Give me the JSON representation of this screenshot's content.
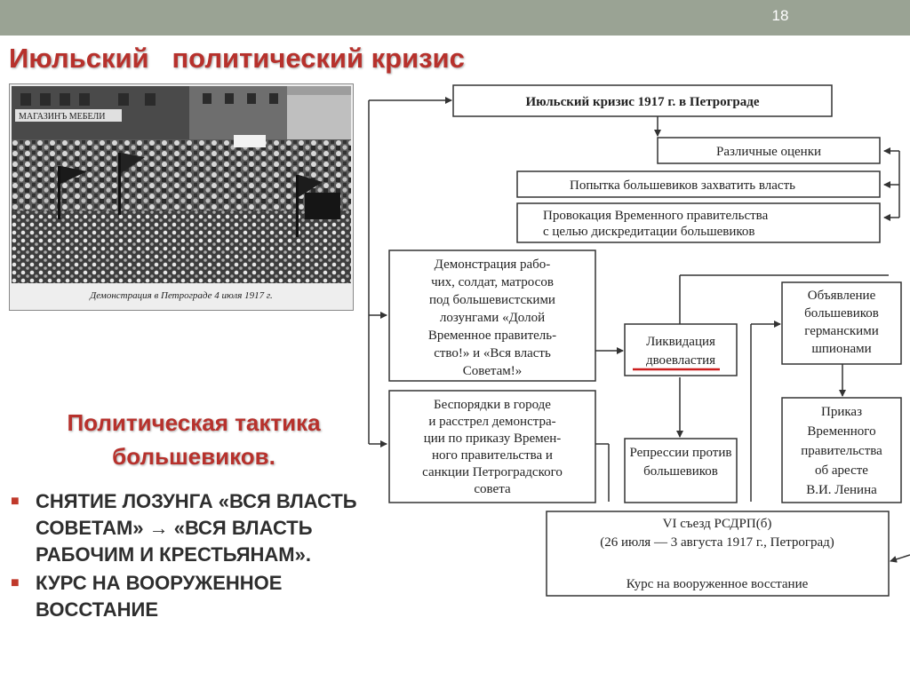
{
  "slide": {
    "page_number": "18",
    "title": "Июльский   политический кризис"
  },
  "photo": {
    "caption": "Демонстрация в Петрограде 4 июля 1917 г.",
    "sign_text": "МАГАЗИНЪ МЕБЕЛИ"
  },
  "tactics": {
    "heading_line1": "Политическая тактика",
    "heading_line2": "большевиков.",
    "bullets": [
      "снятие лозунга «вся власть Советам» → «вся власть рабочим и крестьянам».",
      "курс на вооруженное восстание"
    ]
  },
  "diagram": {
    "root": "Июльский кризис 1917 г. в Петрограде",
    "assessments": "Различные оценки",
    "assessment_1": "Попытка большевиков захватить власть",
    "assessment_2_line1": "Провокация Временного правительства",
    "assessment_2_line2": "с целью дискредитации большевиков",
    "demo_lines": [
      "Демонстрация рабо-",
      "чих, солдат, матросов",
      "под большевистскими",
      "лозунгами «Долой",
      "Временное правитель-",
      "ство!» и «Вся власть",
      "Советам!»"
    ],
    "riots_lines": [
      "Беспорядки в городе",
      "и расстрел демонстра-",
      "ции по приказу Времен-",
      "ного правительства и",
      "санкции Петроградского",
      "совета"
    ],
    "dual_power_line1": "Ликвидация",
    "dual_power_line2": "двоевластия",
    "repressions_line1": "Репрессии против",
    "repressions_line2": "большевиков",
    "spies_lines": [
      "Объявление",
      "большевиков",
      "германскими",
      "шпионами"
    ],
    "arrest_lines": [
      "Приказ",
      "Временного",
      "правительства",
      "об аресте",
      "В.И. Ленина"
    ],
    "congress_line1": "VI съезд РСДРП(б)",
    "congress_line2": "(26 июля — 3 августа 1917 г., Петроград)",
    "congress_line3": "Курс на вооруженное восстание",
    "underline_color": "#cc1f1f"
  },
  "colors": {
    "title_red": "#b7312c",
    "topbar": "#9aa394",
    "bullet_text": "#2e2e2e"
  }
}
